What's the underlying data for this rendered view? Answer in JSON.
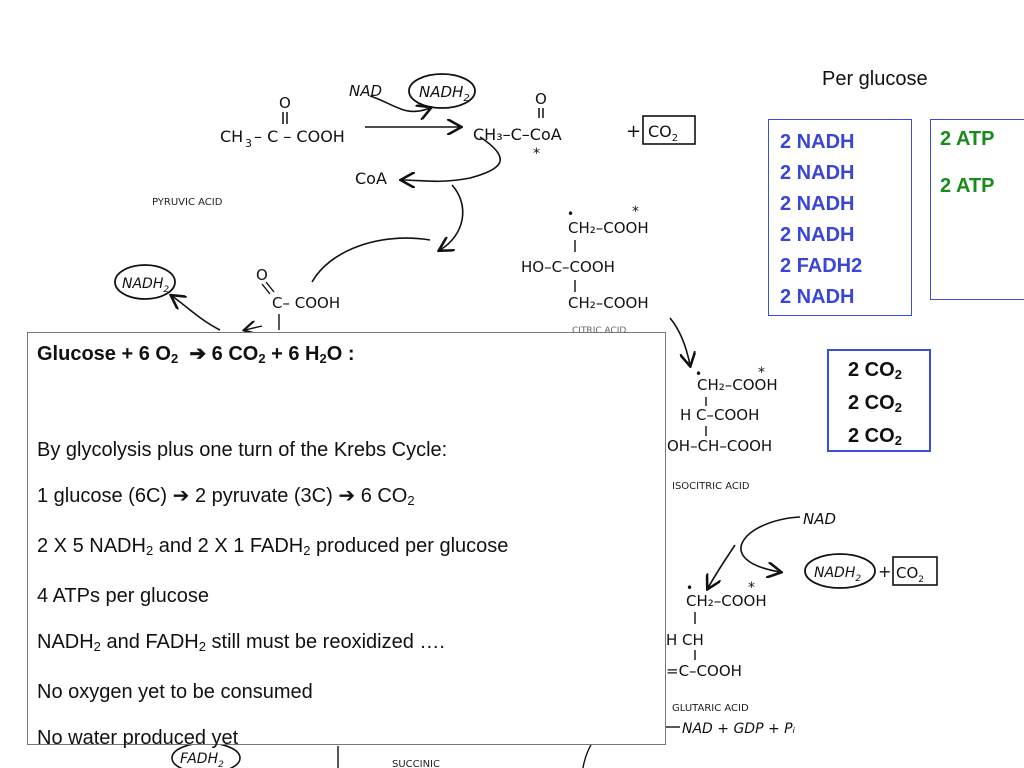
{
  "diagram": {
    "labels": {
      "pyruvic_acid": "PYRUVIC ACID",
      "nad_1": "NAD",
      "nadh2_1": "NADH",
      "coa_lbl": "CoA",
      "co2_1": "CO",
      "acetyl": "CH₃–C–CoA",
      "citrate_1": "CH₂–COOH",
      "citrate_2": "HO–C–COOH",
      "citrate_3": "CH₂–COOH",
      "oxaloacetate": "C– COOH",
      "nadh2_2": "NADH",
      "iso_1": "CH₂–COOH",
      "iso_2": "H C–COOH",
      "iso_3": "OH–CH–COOH",
      "isocitric_acid": "ISOCITRIC ACID",
      "nad_2": "NAD",
      "nadh2_3": "NADH",
      "co2_2": "CO",
      "akg_1": "CH₂–COOH",
      "akg_2": "H CH",
      "akg_3": "=C–COOH",
      "glutaric_acid": "GLUTARIC ACID",
      "nad_gdp": "NAD + GDP + Pᵢ",
      "fadh2": "FADH",
      "succinic": "SUCCINIC"
    }
  },
  "per_glucose": {
    "title": "Per glucose",
    "nadh_items": [
      "2 NADH",
      "2 NADH",
      "2 NADH",
      "2 NADH",
      "2 FADH2",
      "2 NADH"
    ],
    "atp_items": [
      "2 ATP",
      "2 ATP"
    ],
    "co2_items": [
      "2 CO",
      "2 CO",
      "2 CO"
    ]
  },
  "summary": {
    "equation": {
      "a": "Glucose + 6 O",
      "b": "6 CO",
      "c": " + 6 H",
      "d": "O :"
    },
    "intro": "By glycolysis plus one turn of the Krebs Cycle:",
    "line1": {
      "a": "1 glucose (6C)",
      "b": "2 pyruvate (3C)",
      "c": "6 CO"
    },
    "line2": {
      "a": "2 X 5 NADH",
      "b": " and 2 X 1 FADH",
      "c": " produced per glucose"
    },
    "line3": "4 ATPs per glucose",
    "line4": {
      "a": "NADH",
      "b": " and FADH",
      "c": " still must be reoxidized …."
    },
    "line5": "No oxygen yet to be consumed",
    "line6": "No water produced yet",
    "sub2": "2",
    "arrow": "➔"
  },
  "colors": {
    "box_border": "#3b4fd8",
    "nadh_text": "#3a46d6",
    "atp_text": "#1a8a1a",
    "summary_border": "#777777"
  }
}
